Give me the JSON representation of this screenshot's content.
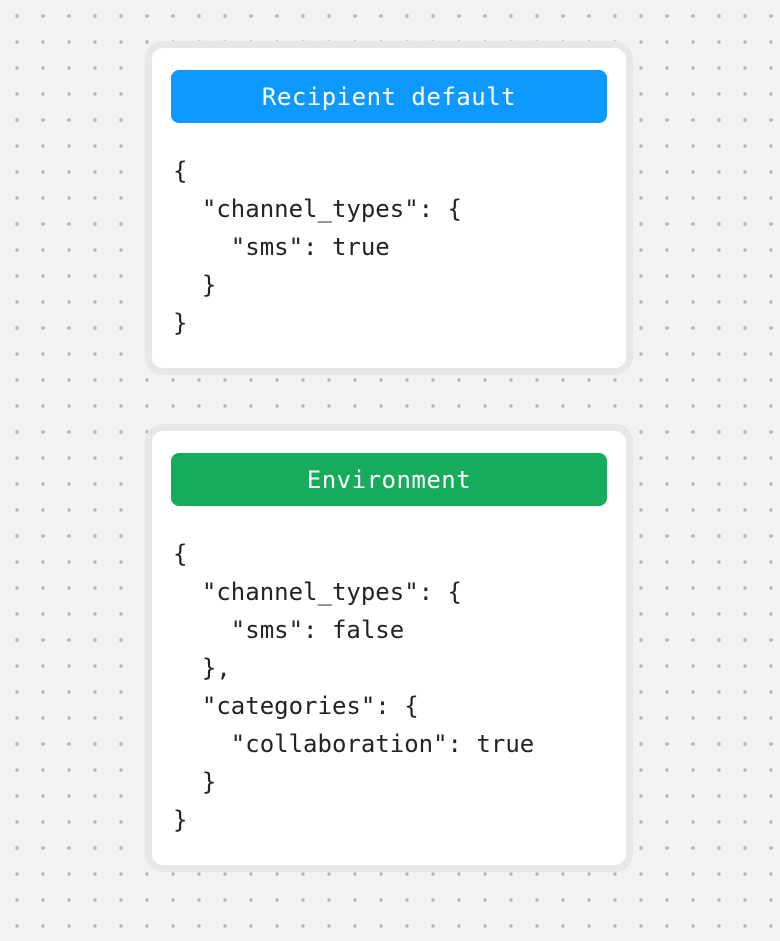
{
  "background": {
    "color": "#f2f2f2",
    "dot_color": "#b5b5b5"
  },
  "cards": [
    {
      "title": "Recipient default",
      "accent_color": "#0d99ff",
      "code": "{\n  \"channel_types\": {\n    \"sms\": true\n  }\n}"
    },
    {
      "title": "Environment",
      "accent_color": "#17ab5c",
      "code": "{\n  \"channel_types\": {\n    \"sms\": false\n  },\n  \"categories\": {\n    \"collaboration\": true\n  }\n}"
    }
  ]
}
